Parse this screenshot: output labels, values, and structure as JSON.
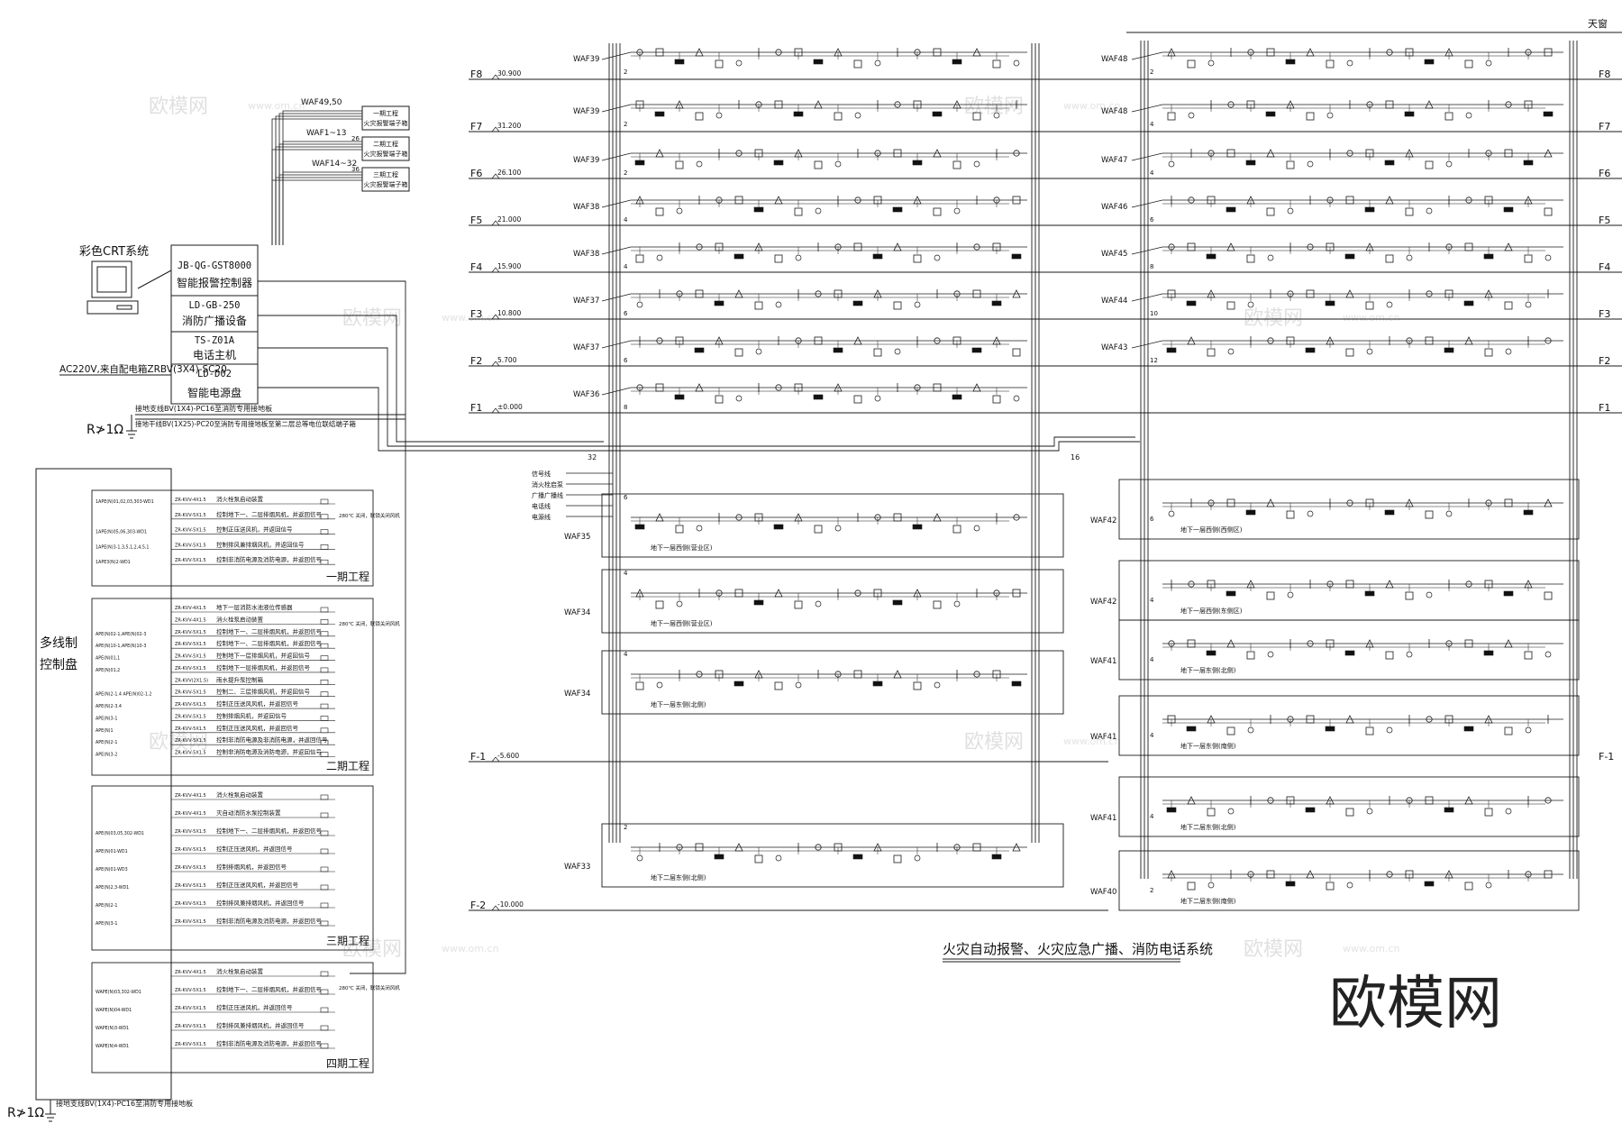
{
  "title": "火灾自动报警、火灾应急广播、消防电话系统",
  "roof_label": "天窗",
  "crt_label": "彩色CRT系统",
  "panel_label": [
    "多线制",
    "控制盘"
  ],
  "ground_label": "R≯1Ω",
  "power_label": "AC220V,来自配电箱ZRBV(3X4)-SC20",
  "ground_wire_1": "接地支线BV(1X4)-PC16至消防专用接地板",
  "ground_wire_2": "接地干线BV(1X25)-PC20至消防专用接地板至第二层总等电位联结端子箱",
  "ground_wire_3": "接地支线BV(1X4)-PC16至消防专用接地板",
  "controllers": [
    {
      "model": "JB-QG-GST8000",
      "name": "智能报警控制器"
    },
    {
      "model": "LD-GB-250",
      "name": "消防广播设备"
    },
    {
      "model": "TS-Z01A",
      "name": "电话主机"
    },
    {
      "model": "LD-D02",
      "name": "智能电源盘"
    }
  ],
  "terminal_boxes": [
    {
      "waf": "WAF49,50",
      "count": "",
      "line1": "一期工程",
      "line2": "火灾报警端子箱"
    },
    {
      "waf": "WAF1~13",
      "count": "26",
      "line1": "二期工程",
      "line2": "火灾报警端子箱"
    },
    {
      "waf": "WAF14~32",
      "count": "36",
      "line1": "三期工程",
      "line2": "火灾报警端子箱"
    }
  ],
  "floors": [
    {
      "name": "F8",
      "elev": "30.900"
    },
    {
      "name": "F7",
      "elev": "31.200"
    },
    {
      "name": "F6",
      "elev": "26.100"
    },
    {
      "name": "F5",
      "elev": "21.000"
    },
    {
      "name": "F4",
      "elev": "15.900"
    },
    {
      "name": "F3",
      "elev": "10.800"
    },
    {
      "name": "F2",
      "elev": "5.700"
    },
    {
      "name": "F1",
      "elev": "±0.000"
    },
    {
      "name": "F-1",
      "elev": "-5.600"
    },
    {
      "name": "F-2",
      "elev": "-10.000"
    }
  ],
  "right_floor_names": [
    "F8",
    "F7",
    "F6",
    "F5",
    "F4",
    "F3",
    "F2",
    "F1",
    "F-1"
  ],
  "left_waf": [
    "WAF39",
    "WAF39",
    "WAF39",
    "WAF38",
    "WAF38",
    "WAF37",
    "WAF37",
    "WAF36"
  ],
  "left_waf_nums": [
    "2",
    "2",
    "2",
    "4",
    "4",
    "6",
    "6",
    "8"
  ],
  "right_waf": [
    "WAF48",
    "WAF48",
    "WAF47",
    "WAF46",
    "WAF45",
    "WAF44",
    "WAF43"
  ],
  "right_waf_nums": [
    "2",
    "4",
    "4",
    "6",
    "8",
    "10",
    "12"
  ],
  "basement_left": [
    {
      "waf": "WAF35",
      "num": "6",
      "zone": "地下一层西侧(营业区)"
    },
    {
      "waf": "WAF34",
      "num": "4",
      "zone": "地下一层西侧(营业区)"
    },
    {
      "waf": "WAF34",
      "num": "4",
      "zone": "地下一层东侧(北侧)"
    },
    {
      "waf": "WAF33",
      "num": "2",
      "zone": "地下二层东侧(北侧)"
    }
  ],
  "basement_right": [
    {
      "waf": "WAF42",
      "num": "6",
      "zone": "地下一层西侧(西侧区)"
    },
    {
      "waf": "WAF42",
      "num": "4",
      "zone": "地下一层西侧(东侧区)"
    },
    {
      "waf": "WAF41",
      "num": "4",
      "zone": "地下一层东侧(北侧)"
    },
    {
      "waf": "WAF41",
      "num": "4",
      "zone": "地下一层东侧(南侧)"
    },
    {
      "waf": "WAF41",
      "num": "4",
      "zone": "地下二层东侧(北侧)"
    },
    {
      "waf": "WAF40",
      "num": "2",
      "zone": "地下二层东侧(南侧)"
    }
  ],
  "bus_labels": [
    "32",
    "16"
  ],
  "legend": [
    "信号线",
    "消火栓启泵",
    "广播广播线",
    "电话线",
    "电源线"
  ],
  "projects": [
    {
      "name": "一期工程",
      "rows": [
        {
          "left": "1APE(N)01,02,03,303-WD1",
          "cable": "ZR-KVV-4X1.5",
          "desc": "消火栓泵启动装置"
        },
        {
          "left": "",
          "cable": "ZR-KVV-5X1.5",
          "desc": "控制地下一、二层排烟风机，并返回信号"
        },
        {
          "left": "1APE(N)05,06,303-WD1",
          "cable": "ZR-KVV-5X1.5",
          "desc": "控制正压送风机，并返回信号"
        },
        {
          "left": "1APE(N)3-1,3,5,1,2,4,5,1",
          "cable": "ZR-KVV-5X1.5",
          "desc": "控制排风兼排烟风机，并返回信号"
        },
        {
          "left": "1APE3(N)2-WD1",
          "cable": "ZR-KVV-5X1.5",
          "desc": "控制非消防电源及消防电源，并返回信号"
        }
      ]
    },
    {
      "name": "二期工程",
      "rows": [
        {
          "left": "",
          "cable": "ZR-KVV-4X1.5",
          "desc": "地下一层消防水池液位传感器"
        },
        {
          "left": "",
          "cable": "ZR-KVV-4X1.5",
          "desc": "消火栓泵启动装置"
        },
        {
          "left": "APE(N)02-1,APE(N)02-3",
          "cable": "ZR-KVV-5X1.5",
          "desc": "控制地下一、二层排烟风机，并返回信号"
        },
        {
          "left": "APE(N)10-1,APE(N)10-3",
          "cable": "ZR-KVV-5X1.5",
          "desc": "控制地下一、二层排烟风机，并返回信号"
        },
        {
          "left": "APE(N)01,1",
          "cable": "ZR-KVV-5X1.5",
          "desc": "控制地下一层排烟风机，并返回信号"
        },
        {
          "left": "APE(N)01,2",
          "cable": "ZR-KVV-5X1.5",
          "desc": "控制地下一层排烟风机，并返回信号"
        },
        {
          "left": "",
          "cable": "ZR-KVV(2X1.5)",
          "desc": "雨水提升泵控制箱"
        },
        {
          "left": "APE(N)2-1.4 APE(N)02-1.2",
          "cable": "ZR-KVV-5X1.5",
          "desc": "控制二、三层排烟风机，并返回信号"
        },
        {
          "left": "APE(N)2-3.4",
          "cable": "ZR-KVV-5X1.5",
          "desc": "控制正压送风风机，并返回信号"
        },
        {
          "left": "APE(N)3-1",
          "cable": "ZR-KVV-5X1.5",
          "desc": "控制排烟风机，并返回信号"
        },
        {
          "left": "APE(N)1",
          "cable": "ZR-KVV-5X1.5",
          "desc": "控制正压送风风机，并返回信号"
        },
        {
          "left": "APE(N)2-1",
          "cable": "ZR-KVV-5X1.5",
          "desc": "控制非消防电源及非消防电源，并返回信号"
        },
        {
          "left": "APE(N)3-2",
          "cable": "ZR-KVV-5X1.5",
          "desc": "控制非消防电源及消防电源，并返回信号"
        }
      ]
    },
    {
      "name": "三期工程",
      "rows": [
        {
          "left": "",
          "cable": "ZR-KVV-4X1.5",
          "desc": "消火栓泵启动装置"
        },
        {
          "left": "",
          "cable": "ZR-KVV-4X1.5",
          "desc": "灭自动消防水泵控制装置"
        },
        {
          "left": "APE(N)03,05,302-WD1",
          "cable": "ZR-KVV-5X1.5",
          "desc": "控制地下一、二层排烟风机，并返回信号"
        },
        {
          "left": "APE(N)01-WD1",
          "cable": "ZR-KVV-5X1.5",
          "desc": "控制正压送风机，并返回信号"
        },
        {
          "left": "APE(N)01-WD3",
          "cable": "ZR-KVV-5X1.5",
          "desc": "控制排烟风机，并返回信号"
        },
        {
          "left": "APE(N)2,3-WD1",
          "cable": "ZR-KVV-5X1.5",
          "desc": "控制正压送风风机，并返回信号"
        },
        {
          "left": "APE(N)2-1",
          "cable": "ZR-KVV-5X1.5",
          "desc": "控制排风兼排烟风机，并返回信号"
        },
        {
          "left": "APE(N)3-1",
          "cable": "ZR-KVV-5X1.5",
          "desc": "控制非消防电源及消防电源，并返回信号"
        }
      ]
    },
    {
      "name": "四期工程",
      "rows": [
        {
          "left": "",
          "cable": "ZR-KVV-4X1.5",
          "desc": "消火栓泵启动装置"
        },
        {
          "left": "WAPE(N)03,302-WD1",
          "cable": "ZR-KVV-5X1.5",
          "desc": "控制地下一、二层排烟风机，并返回信号"
        },
        {
          "left": "WAPE(N)04-WD1",
          "cable": "ZR-KVV-5X1.5",
          "desc": "控制正压送风机，并返回信号"
        },
        {
          "left": "WAPE(N)3-WD1",
          "cable": "ZR-KVV-5X1.5",
          "desc": "控制排风兼排烟风机，并返回信号"
        },
        {
          "left": "WAPE(N)4-WD1",
          "cable": "ZR-KVV-5X1.5",
          "desc": "控制非消防电源及消防电源，并返回信号"
        }
      ]
    }
  ],
  "fan_note": "280℃ 关闭，联锁关闭风机",
  "watermark": "欧模网",
  "watermark_url": "www.om.cn",
  "colors": {
    "line": "#1a1a1a",
    "watermark": "#d6d6d6",
    "bg": "#ffffff"
  }
}
